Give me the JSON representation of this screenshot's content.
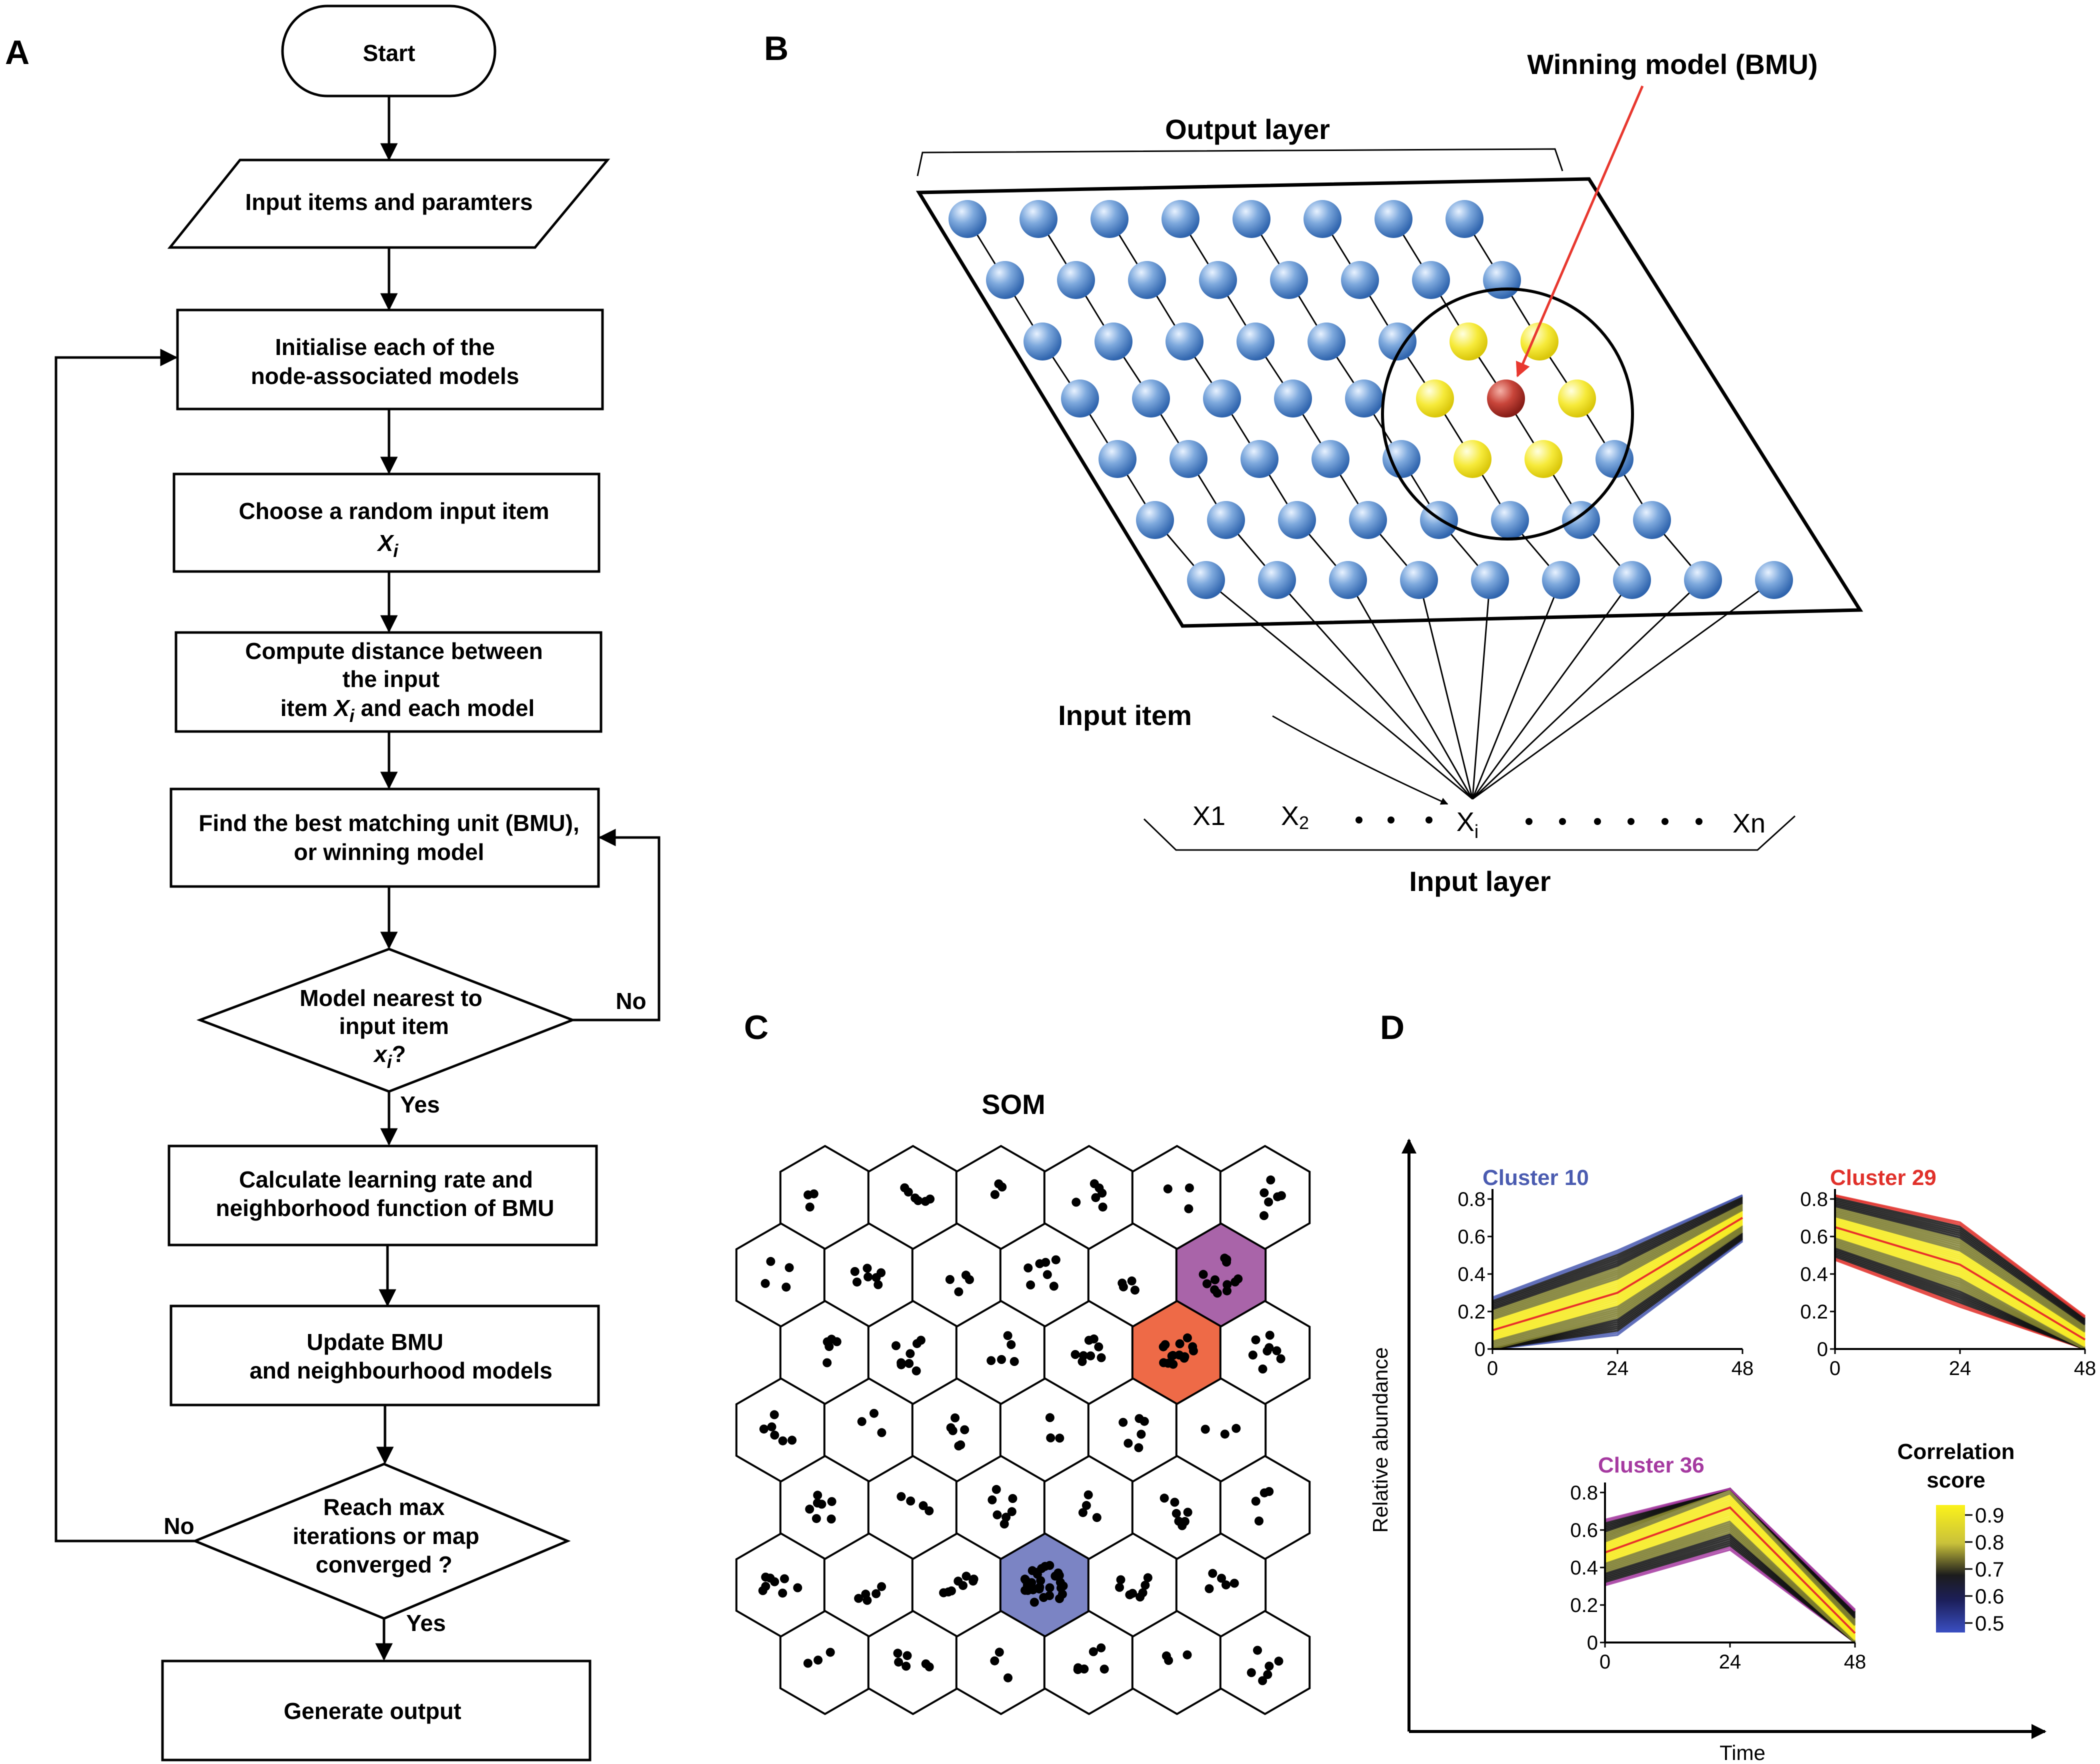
{
  "panel_labels": {
    "a": "A",
    "b": "B",
    "c": "C",
    "d": "D"
  },
  "flowchart": {
    "start": "Start",
    "input": "Input items and paramters",
    "init_1": "Initialise each of the",
    "init_2": "node-associated models",
    "choose_1": "Choose a random input item",
    "choose_var": "X",
    "choose_sub": "i",
    "compute_1": "Compute distance between",
    "compute_2": "the input",
    "compute_3a": "item ",
    "compute_var": "X",
    "compute_sub": "i",
    "compute_3b": " and each model",
    "find_1": "Find the best matching unit (BMU),",
    "find_2": "or winning model",
    "decision1_1": "Model nearest to",
    "decision1_2": "input item",
    "decision1_var": "x",
    "decision1_sub": "i",
    "decision1_q": "?",
    "no_label_1": "No",
    "yes_label_1": "Yes",
    "calc_1": "Calculate learning rate and",
    "calc_2": "neighborhood function of BMU",
    "update_1": "Update BMU",
    "update_2": "and neighbourhood models",
    "decision2_1": "Reach max",
    "decision2_2": "iterations or map",
    "decision2_3": "converged ?",
    "no_label_2": "No",
    "yes_label_2": "Yes",
    "end": "Generate output"
  },
  "som_network": {
    "winning_label": "Winning model (BMU)",
    "output_layer": "Output layer",
    "input_item": "Input item",
    "input_layer": "Input layer",
    "x1": "X1",
    "x2": "X",
    "x2_sub": "2",
    "xi": "X",
    "xi_sub": "i",
    "xn": "Xn",
    "colors": {
      "node": "#4f86c6",
      "neighbor": "#f2e21a",
      "bmu": "#c0392b",
      "arrow": "#e8382f"
    }
  },
  "som_grid": {
    "title": "SOM",
    "colors": {
      "purple": "#a964a9",
      "orange": "#ee6a47",
      "blue": "#7b84c4"
    }
  },
  "clusters": {
    "x_axis_label": "Time",
    "y_axis_label": "Relative abundance",
    "cluster10": "Cluster 10",
    "cluster29": "Cluster 29",
    "cluster36": "Cluster 36",
    "colorbar_title_1": "Correlation",
    "colorbar_title_2": "score",
    "colorbar_ticks": [
      "0.9",
      "0.8",
      "0.7",
      "0.6",
      "0.5"
    ],
    "y_ticks": [
      "0.8",
      "0.6",
      "0.4",
      "0.2",
      "0"
    ],
    "x_ticks": [
      "0",
      "24",
      "48"
    ],
    "colors": {
      "c10": "#4a5bb0",
      "c29": "#e0302a",
      "c36": "#a53aa0",
      "mean_line": "#e8322a"
    }
  },
  "chart_data": [
    {
      "type": "line",
      "title": "Cluster 10",
      "x": [
        0,
        24,
        48
      ],
      "xlim": [
        0,
        48
      ],
      "ylim": [
        0,
        0.8
      ],
      "series": [
        {
          "values": [
            0.1,
            0.3,
            0.7
          ]
        }
      ]
    },
    {
      "type": "line",
      "title": "Cluster 29",
      "x": [
        0,
        24,
        48
      ],
      "xlim": [
        0,
        48
      ],
      "ylim": [
        0,
        0.8
      ],
      "series": [
        {
          "values": [
            0.65,
            0.45,
            0.05
          ]
        }
      ]
    },
    {
      "type": "line",
      "title": "Cluster 36",
      "x": [
        0,
        24,
        48
      ],
      "xlim": [
        0,
        48
      ],
      "ylim": [
        0,
        0.8
      ],
      "series": [
        {
          "values": [
            0.48,
            0.72,
            0.05
          ]
        }
      ]
    }
  ]
}
